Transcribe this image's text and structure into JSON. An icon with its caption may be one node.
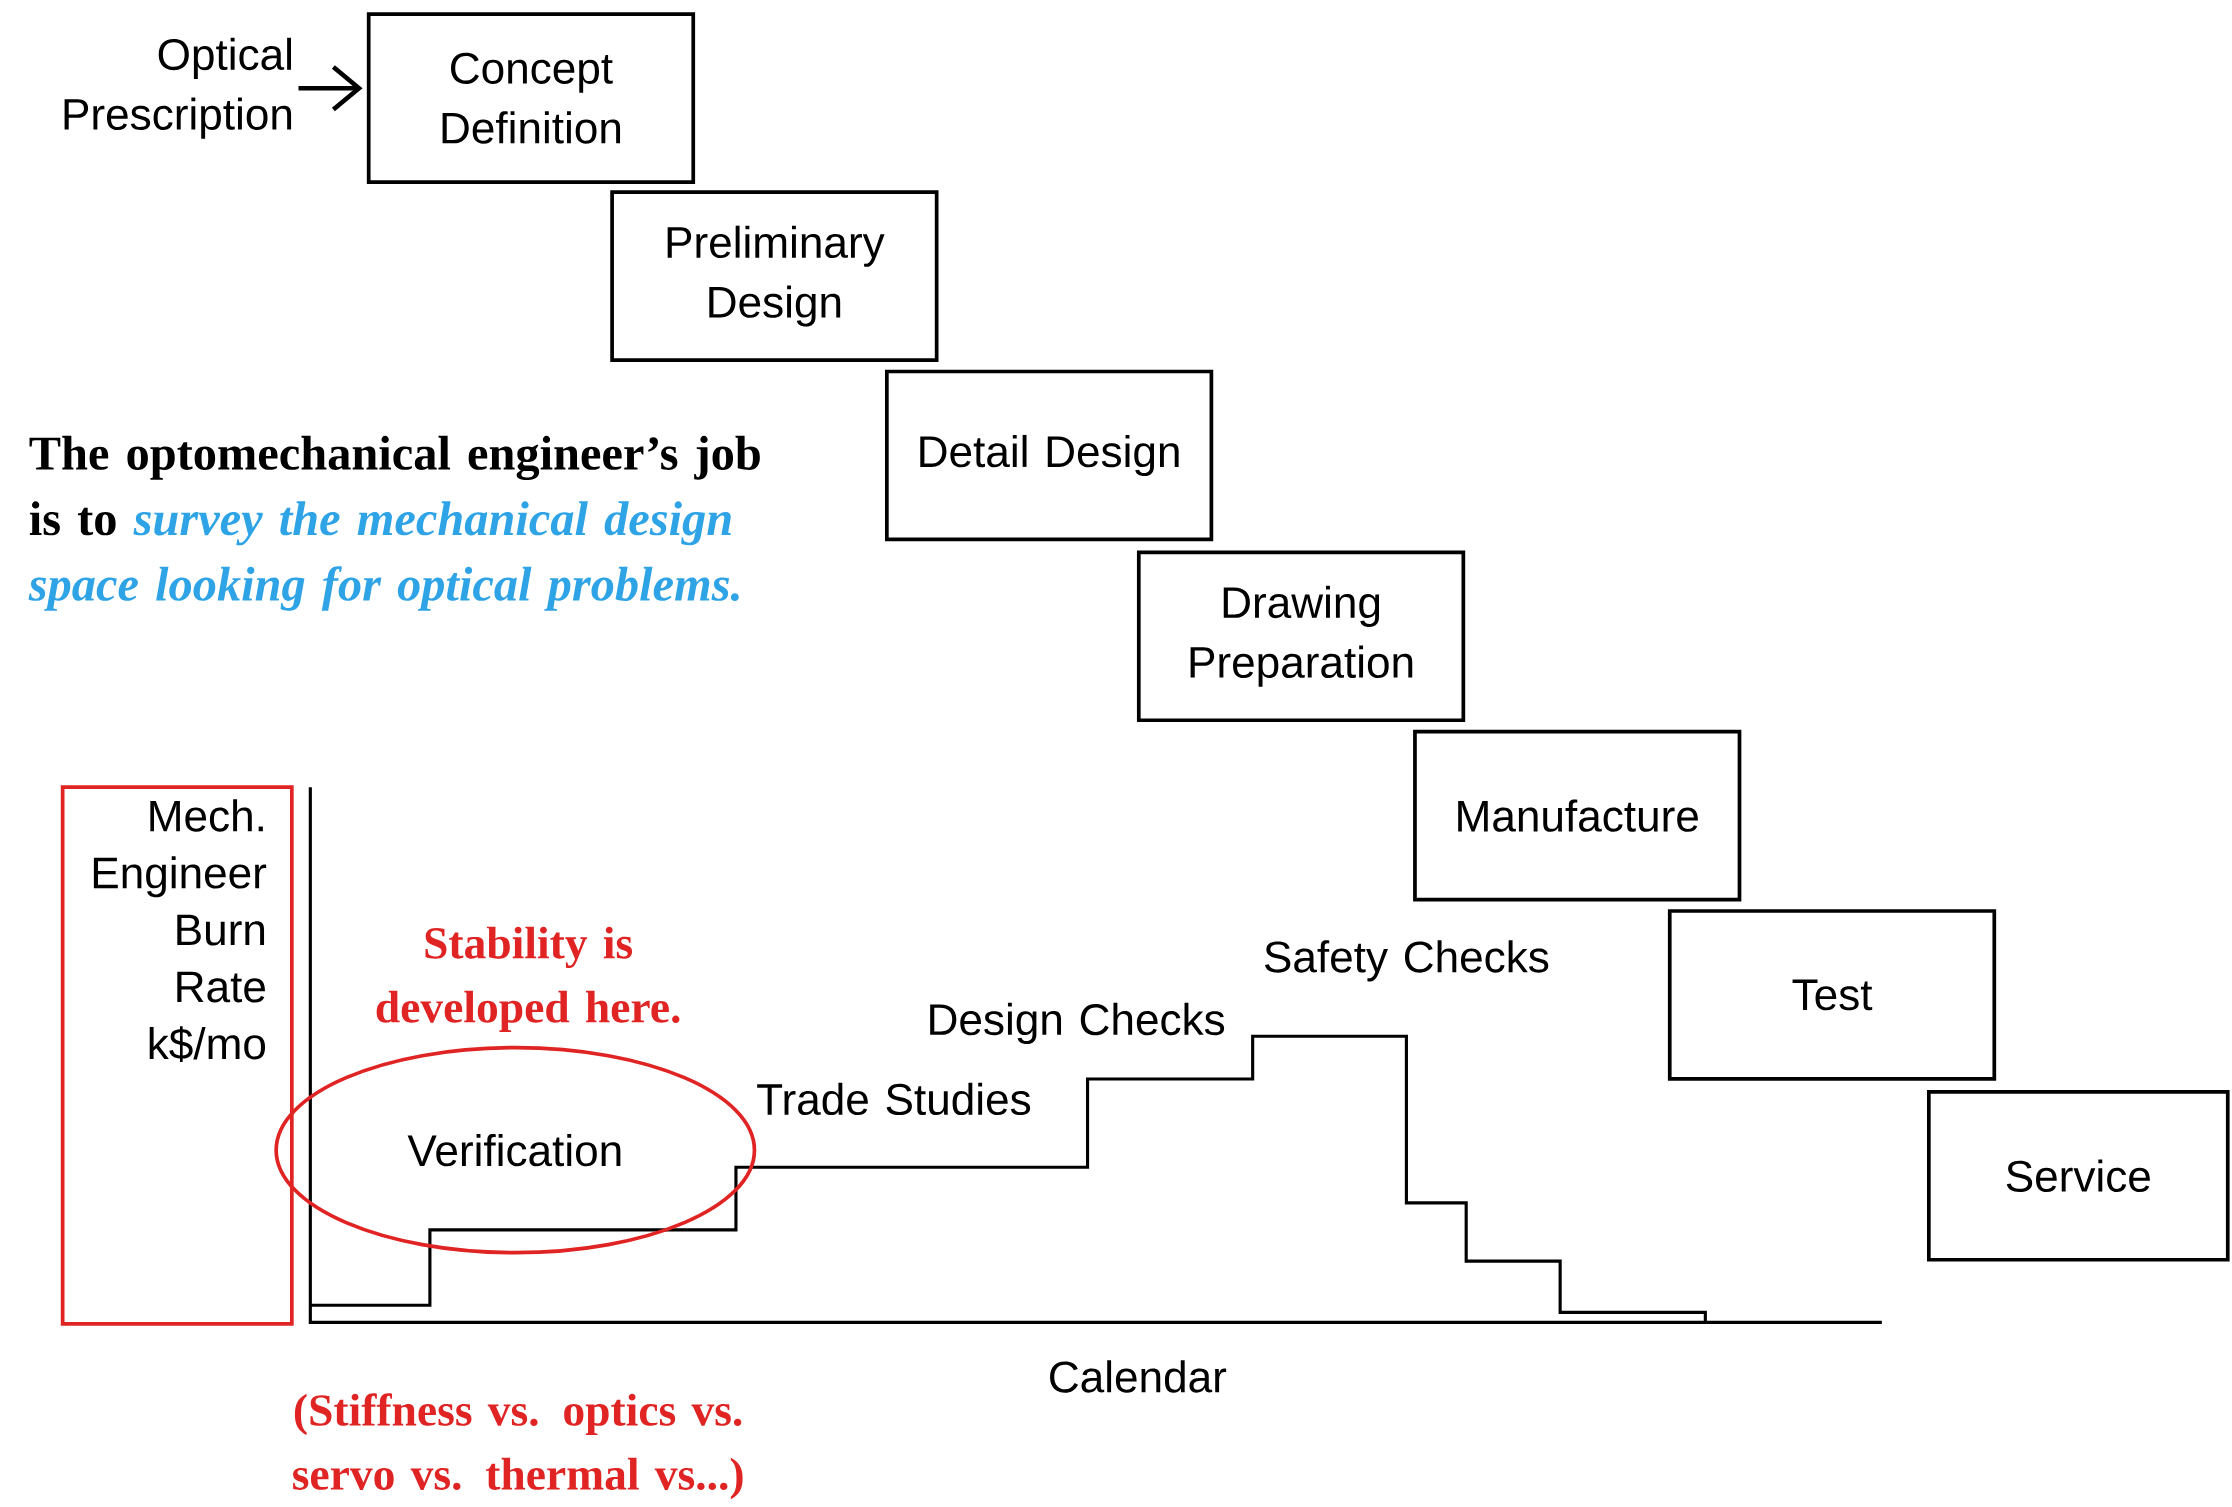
{
  "diagram": {
    "nodes": [
      {
        "text": [
          "Optical Prescription"
        ]
      },
      {
        "text": [
          "Concept Definition"
        ]
      },
      {
        "text": [
          "Preliminary Design"
        ]
      },
      {
        "text": [
          "Detail Design"
        ]
      },
      {
        "text": [
          "Drawing Preparation"
        ]
      },
      {
        "text": [
          "Manufacture"
        ]
      },
      {
        "text": [
          "Test"
        ]
      },
      {
        "text": [
          "Service"
        ]
      },
      {
        "text": [
          "Mech. Engineer Burn Rate k$/mo"
        ]
      },
      {
        "text": [
          "Verification"
        ]
      }
    ],
    "edges": [
      {
        "from": 0,
        "to": 1,
        "arrow": "to"
      }
    ],
    "labels": [
      "The optomechanical engineer’s job is to",
      "survey the mechanical design space looking for optical problems.",
      "Stability is developed here.",
      "Trade Studies",
      "Design Checks",
      "Safety Checks",
      "Calendar",
      "(Stiffness vs. optics vs. servo vs. thermal vs...)"
    ]
  }
}
